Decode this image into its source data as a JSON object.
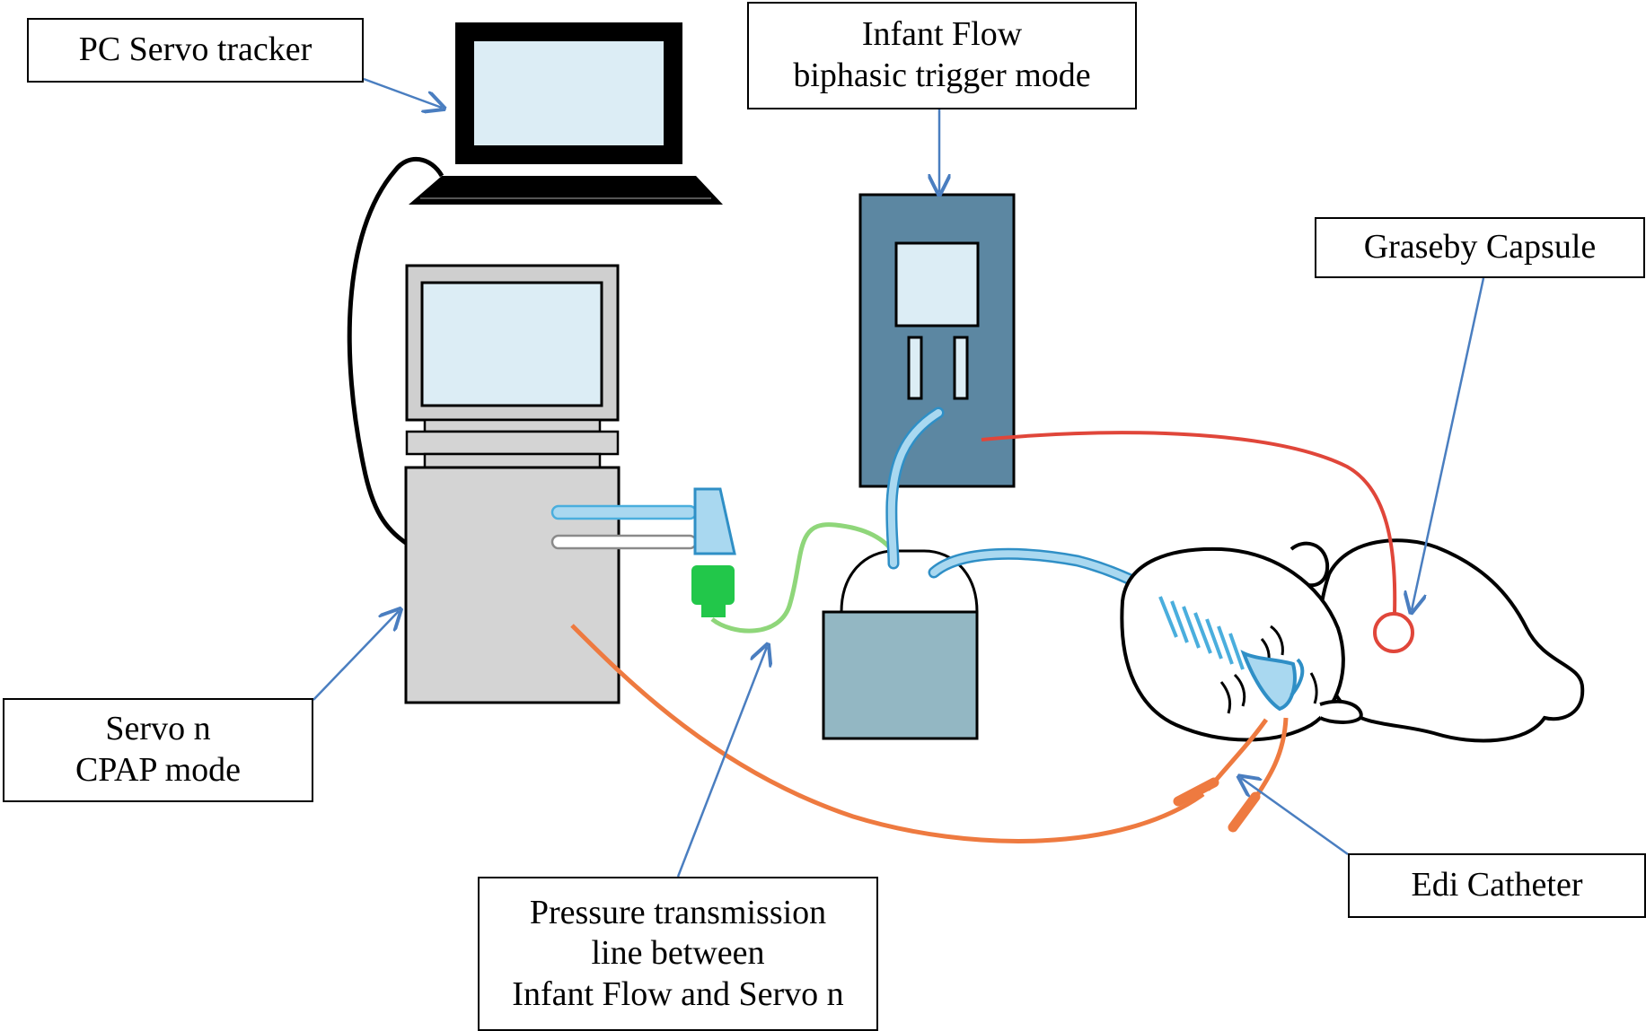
{
  "labels": {
    "pc_servo_tracker": "PC Servo tracker",
    "infant_flow_line1": "Infant Flow",
    "infant_flow_line2": "biphasic trigger mode",
    "graseby_capsule": "Graseby Capsule",
    "servo_n_line1": "Servo n",
    "servo_n_line2": "CPAP mode",
    "pressure_line1": "Pressure transmission",
    "pressure_line2": "line between",
    "pressure_line3": "Infant Flow and Servo n",
    "edi_catheter": "Edi Catheter"
  },
  "colors": {
    "outline": "#000000",
    "screen": "#dcedf5",
    "servo_body": "#d4d4d4",
    "servo_monitor_frame": "#cfcfcf",
    "infant_flow_device": "#5c87a2",
    "generator_base": "#93b7c3",
    "blue_tubing": "#a9d8f0",
    "green_line": "#8fd67a",
    "green_connector": "#22c74a",
    "red_line": "#e0463a",
    "orange_line": "#ee7a40",
    "arrow": "#4a7ec0"
  }
}
